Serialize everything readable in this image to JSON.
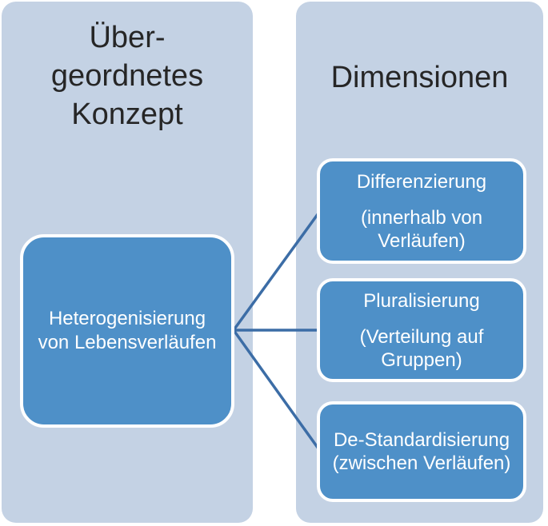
{
  "diagram": {
    "left_panel": {
      "title": "Über-geordnetes Konzept",
      "title_lines": [
        "Über-",
        "geordnetes",
        "Konzept"
      ],
      "concept_box": {
        "label": "Heterogenisierung von Lebensverläufen",
        "text_lines": [
          "Heterogenisierung",
          "von Lebensverläufen"
        ]
      }
    },
    "right_panel": {
      "title": "Dimensionen",
      "boxes": [
        {
          "title": "Differenzierung",
          "subtitle": "(innerhalb von Verläufen)",
          "subtitle_lines": [
            "(innerhalb von",
            "Verläufen)"
          ]
        },
        {
          "title": "Pluralisierung",
          "subtitle": "(Verteilung auf Gruppen)",
          "subtitle_lines": [
            "(Verteilung auf",
            "Gruppen)"
          ]
        },
        {
          "title": "De-Standardisierung",
          "subtitle": "(zwischen Verläufen)",
          "subtitle_lines": [
            "(zwischen Verläufen)"
          ]
        }
      ]
    },
    "colors": {
      "panel_background": "#c4d2e4",
      "box_fill": "#4e90c8",
      "box_border": "#ffffff",
      "connector_line": "#3c6da6",
      "heading_text": "#262626",
      "box_text": "#ffffff"
    }
  }
}
